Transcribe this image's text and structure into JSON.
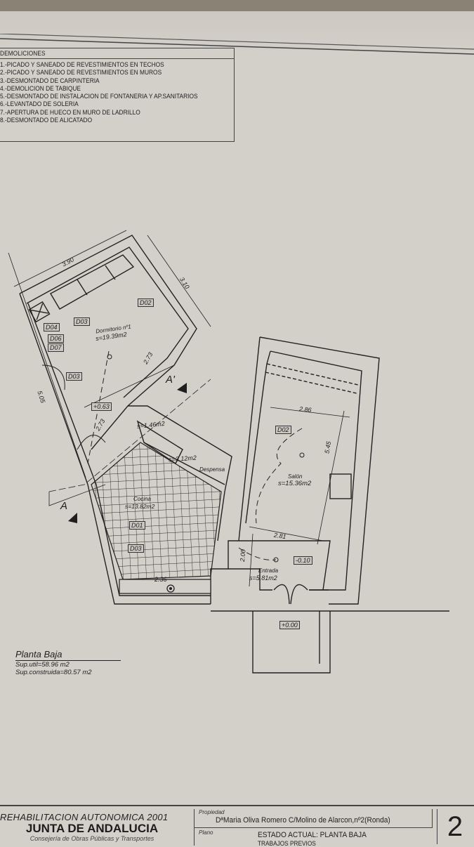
{
  "legend": {
    "title": "DEMOLICIONES",
    "items": [
      "1.-PICADO Y SANEADO DE REVESTIMIENTOS EN TECHOS",
      "2.-PICADO Y SANEADO DE REVESTIMIENTOS EN MUROS",
      "3.-DESMONTADO DE CARPINTERIA",
      "4.-DEMOLICION DE TABIQUE",
      "5.-DESMONTADO DE INSTALACION DE FONTANERIA Y AP.SANITARIOS",
      "6.-LEVANTADO DE SOLERIA",
      "7.-APERTURA DE HUECO EN MURO DE LADRILLO",
      "8.-DESMONTADO DE ALICATADO"
    ]
  },
  "plan": {
    "dimensions": {
      "d390": "3.90",
      "d310": "3.10",
      "d505": "5.05",
      "d273a": "2.73",
      "d273b": "2.73",
      "d286": "2.86",
      "d545": "5.45",
      "d281": "2.81",
      "d200": "2.00",
      "d236": "2.36"
    },
    "rooms": {
      "dormitorio": {
        "name": "Dormitorio nº1",
        "area": "s=19.39m2"
      },
      "bano": {
        "area": "s=1.46m2"
      },
      "despensa": {
        "name": "Despensa",
        "area": "s=3.12m2"
      },
      "cocina": {
        "name": "Cocina",
        "area": "s=13.82m2"
      },
      "salon": {
        "name": "Salón",
        "area": "s=15.36m2"
      },
      "entrada": {
        "name": "Entrada",
        "area": "s=5.81m2"
      }
    },
    "tags": {
      "t1": "D02",
      "t2": "D03",
      "t3": "D04",
      "t4": "D06",
      "t5": "D07",
      "t6": "D03",
      "t7": "D02",
      "t8": "D01",
      "t9": "D03"
    },
    "levels": {
      "l1": "+0.63",
      "l2": "-0.10",
      "l3": "+0.00"
    },
    "section_marks": {
      "a": "A",
      "a_prime": "A'"
    }
  },
  "planta": {
    "title": "Planta Baja",
    "sup_util": "Sup.util=58.96 m2",
    "sup_construida": "Sup.construida=80.57 m2"
  },
  "titleblock": {
    "program": "REHABILITACION AUTONOMICA 2001",
    "org": "JUNTA DE ANDALUCIA",
    "dept": "Consejería de Obras Públicas y Transportes",
    "propiedad_label": "Propiedad",
    "propiedad_value": "DªMaria Oliva Romero   C/Molino de Alarcon,nº2(Ronda)",
    "plano_label": "Plano",
    "plano_value": "ESTADO ACTUAL: PLANTA BAJA",
    "plano_sub": "TRABAJOS PREVIOS",
    "sheet_number": "2"
  },
  "colors": {
    "paper": "#d3cfc9",
    "ink": "#1e1e1e",
    "background": "#8a8274"
  }
}
